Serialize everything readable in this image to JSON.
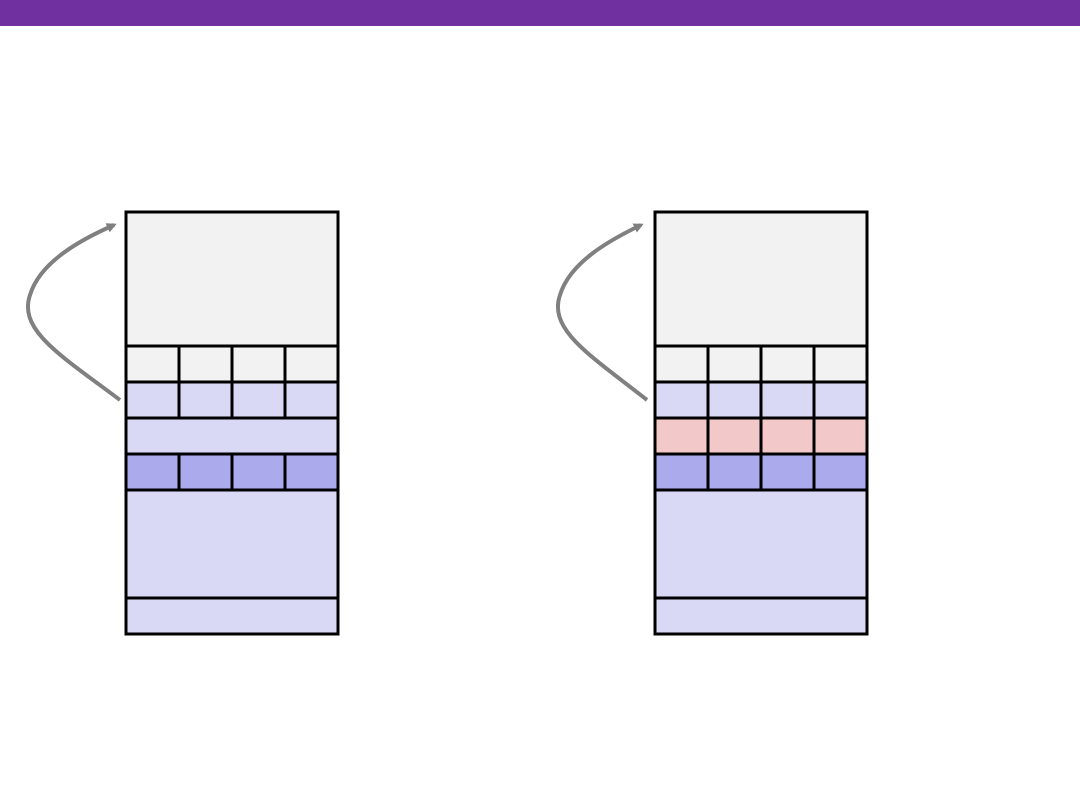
{
  "colors": {
    "header_bar": "#7030a0",
    "cell_gray": "#f2f2f2",
    "cell_lavender": "#d9d9f5",
    "cell_blue": "#aaaaec",
    "cell_pink": "#f2c8c8",
    "border": "#000000",
    "arrow": "#808080"
  },
  "stacks": [
    {
      "id": "left-stack",
      "rows": [
        {
          "kind": "block",
          "color": "cell_gray",
          "cells": 1
        },
        {
          "kind": "row",
          "color": "cell_gray",
          "cells": 4
        },
        {
          "kind": "row",
          "color": "cell_lavender",
          "cells": 4
        },
        {
          "kind": "row",
          "color": "cell_lavender",
          "cells": 1
        },
        {
          "kind": "row",
          "color": "cell_blue",
          "cells": 4
        },
        {
          "kind": "block",
          "color": "cell_lavender",
          "cells": 1
        },
        {
          "kind": "row",
          "color": "cell_lavender",
          "cells": 1
        }
      ]
    },
    {
      "id": "right-stack",
      "rows": [
        {
          "kind": "block",
          "color": "cell_gray",
          "cells": 1
        },
        {
          "kind": "row",
          "color": "cell_gray",
          "cells": 4
        },
        {
          "kind": "row",
          "color": "cell_lavender",
          "cells": 4
        },
        {
          "kind": "row",
          "color": "cell_pink",
          "cells": 4
        },
        {
          "kind": "row",
          "color": "cell_blue",
          "cells": 4
        },
        {
          "kind": "block",
          "color": "cell_lavender",
          "cells": 1
        },
        {
          "kind": "row",
          "color": "cell_lavender",
          "cells": 1
        }
      ]
    }
  ]
}
